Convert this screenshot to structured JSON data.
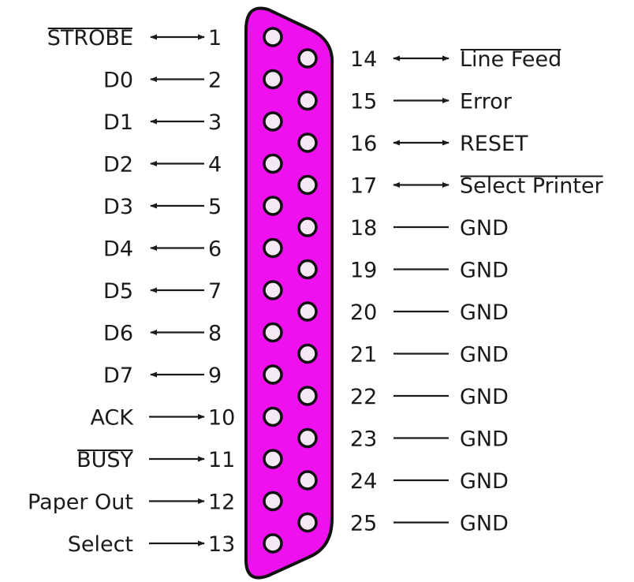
{
  "colors": {
    "connector_fill": "#ee11ee",
    "connector_stroke": "#111111",
    "pin_fill": "#f3e8f3",
    "text": "#1a1a1a"
  },
  "left_pins": [
    {
      "pin": "1",
      "label": "STROBE",
      "overline": true,
      "direction": "both"
    },
    {
      "pin": "2",
      "label": "D0",
      "overline": false,
      "direction": "out"
    },
    {
      "pin": "3",
      "label": "D1",
      "overline": false,
      "direction": "out"
    },
    {
      "pin": "4",
      "label": "D2",
      "overline": false,
      "direction": "out"
    },
    {
      "pin": "5",
      "label": "D3",
      "overline": false,
      "direction": "out"
    },
    {
      "pin": "6",
      "label": "D4",
      "overline": false,
      "direction": "out"
    },
    {
      "pin": "7",
      "label": "D5",
      "overline": false,
      "direction": "out"
    },
    {
      "pin": "8",
      "label": "D6",
      "overline": false,
      "direction": "out"
    },
    {
      "pin": "9",
      "label": "D7",
      "overline": false,
      "direction": "out"
    },
    {
      "pin": "10",
      "label": "ACK",
      "overline": false,
      "direction": "in"
    },
    {
      "pin": "11",
      "label": "BUSY",
      "overline": true,
      "direction": "in"
    },
    {
      "pin": "12",
      "label": "Paper Out",
      "overline": false,
      "direction": "in"
    },
    {
      "pin": "13",
      "label": "Select",
      "overline": false,
      "direction": "in"
    }
  ],
  "right_pins": [
    {
      "pin": "14",
      "label": "Line Feed",
      "overline": true,
      "direction": "both"
    },
    {
      "pin": "15",
      "label": "Error",
      "overline": false,
      "direction": "in"
    },
    {
      "pin": "16",
      "label": "RESET",
      "overline": false,
      "direction": "both"
    },
    {
      "pin": "17",
      "label": "Select Printer",
      "overline": true,
      "direction": "both"
    },
    {
      "pin": "18",
      "label": "GND",
      "overline": false,
      "direction": "none"
    },
    {
      "pin": "19",
      "label": "GND",
      "overline": false,
      "direction": "none"
    },
    {
      "pin": "20",
      "label": "GND",
      "overline": false,
      "direction": "none"
    },
    {
      "pin": "21",
      "label": "GND",
      "overline": false,
      "direction": "none"
    },
    {
      "pin": "22",
      "label": "GND",
      "overline": false,
      "direction": "none"
    },
    {
      "pin": "23",
      "label": "GND",
      "overline": false,
      "direction": "none"
    },
    {
      "pin": "24",
      "label": "GND",
      "overline": false,
      "direction": "none"
    },
    {
      "pin": "25",
      "label": "GND",
      "overline": false,
      "direction": "none"
    }
  ]
}
